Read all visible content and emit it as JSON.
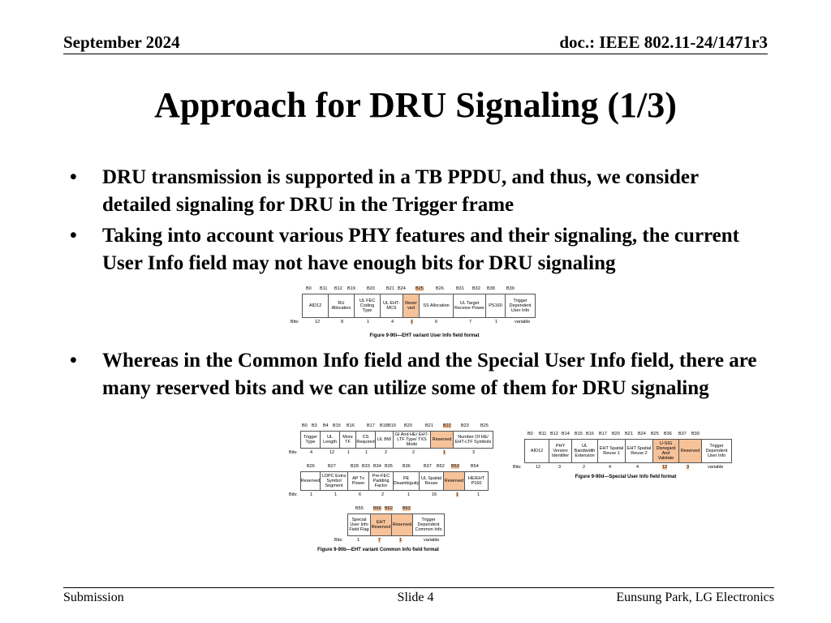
{
  "header": {
    "date": "September 2024",
    "doc": "doc.: IEEE 802.11-24/1471r3"
  },
  "title": "Approach for DRU Signaling (1/3)",
  "bullets": [
    "DRU transmission is supported in a TB PPDU, and thus, we consider detailed signaling for DRU in the Trigger frame",
    "Taking into account various PHY features and their signaling, the current User Info field may not have enough bits for DRU signaling",
    "Whereas in the Common Info field and the Special User Info field, there are many reserved bits and we can utilize some of them for DRU signaling"
  ],
  "fig_user_info": {
    "bits": [
      "B0",
      "B11",
      "B12",
      "B19",
      "B20",
      "B21",
      "B24",
      "B25",
      "B26",
      "B31",
      "B32",
      "B38",
      "B39"
    ],
    "fields": [
      "AID12",
      "RU Allocation",
      "UL FEC Coding Type",
      "UL EHT-MCS",
      "Reser ved",
      "SS Allocation",
      "UL Target Receive Power",
      "PS160",
      "Trigger Dependent User Info"
    ],
    "sizes_label": "Bits:",
    "sizes": [
      "12",
      "8",
      "1",
      "4",
      "1",
      "6",
      "7",
      "1",
      "variable"
    ],
    "caption": "Figure 9-90i—EHT variant User Info field format"
  },
  "fig_common_info": {
    "row1_bits": [
      "B0",
      "B3",
      "B4",
      "B15",
      "B16",
      "B17",
      "B18",
      "B19",
      "B20",
      "B21",
      "B22",
      "B23",
      "B25"
    ],
    "row1_fields": [
      "Trigger Type",
      "UL Length",
      "More TF",
      "CS Required",
      "UL BW",
      "GI And HE/ EHT-LTF Type/ TXS Mode",
      "Reserved",
      "Number Of HE/ EHT-LTF Symbols"
    ],
    "row1_sizes": [
      "4",
      "12",
      "1",
      "1",
      "2",
      "2",
      "1",
      "3"
    ],
    "row2_bits": [
      "B26",
      "B27",
      "B28",
      "B33",
      "B34",
      "B35",
      "B36",
      "B37",
      "B52",
      "B53",
      "B54"
    ],
    "row2_fields": [
      "Reserved",
      "LDPC Extra Symbol Segment",
      "AP Tx Power",
      "Pre-FEC Padding Factor",
      "PE Disambiguity",
      "UL Spatial Reuse",
      "Reserved",
      "HE/EHT P160"
    ],
    "row2_sizes": [
      "1",
      "1",
      "6",
      "2",
      "1",
      "16",
      "1",
      "1"
    ],
    "row3_bits": [
      "B55",
      "B56",
      "B62",
      "B63"
    ],
    "row3_fields": [
      "Special User Info Field Flag",
      "EHT Reserved",
      "Reserved",
      "Trigger Dependent Common Info"
    ],
    "row3_sizes": [
      "1",
      "7",
      "1",
      "variable"
    ],
    "sizes_label": "Bits:",
    "caption": "Figure 9-90b—EHT variant Common Info field format"
  },
  "fig_special": {
    "bits": [
      "B0",
      "B11",
      "B12",
      "B14",
      "B15",
      "B16",
      "B17",
      "B20",
      "B21",
      "B24",
      "B25",
      "B36",
      "B37",
      "B39"
    ],
    "fields": [
      "AID12",
      "PHY Version Identifier",
      "UL Bandwidth Extension",
      "EHT Spatial Reuse 1",
      "EHT Spatial Reuse 2",
      "U-SIG Disregard And Validate",
      "Reserved",
      "Trigger Dependent User Info"
    ],
    "sizes": [
      "12",
      "3",
      "2",
      "4",
      "4",
      "12",
      "3",
      "variable"
    ],
    "sizes_label": "Bits:",
    "caption": "Figure 9-90d—Special User Info field format"
  },
  "footer": {
    "left": "Submission",
    "center": "Slide 4",
    "right": "Eunsung Park, LG Electronics"
  }
}
